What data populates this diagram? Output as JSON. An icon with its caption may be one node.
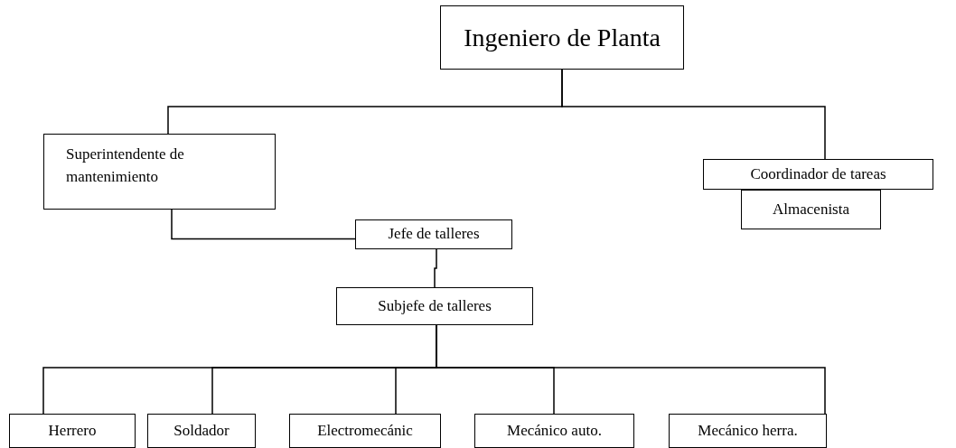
{
  "diagram": {
    "nodes": [
      {
        "text": [
          "Ingeniero de Planta"
        ]
      },
      {
        "text": [
          "Superintendente de mantenimiento"
        ]
      },
      {
        "text": [
          "Coordinador de tareas"
        ]
      },
      {
        "text": [
          "Almacenista"
        ]
      },
      {
        "text": [
          "Jefe de talleres"
        ]
      },
      {
        "text": [
          "Subjefe de talleres"
        ]
      },
      {
        "text": [
          "Herrero"
        ]
      },
      {
        "text": [
          "Soldador"
        ]
      },
      {
        "text": [
          "Electromecánic"
        ]
      },
      {
        "text": [
          "Mecánico auto."
        ]
      },
      {
        "text": [
          "Mecánico herra."
        ]
      }
    ],
    "edges": [
      {
        "from": 0,
        "to": 1,
        "arrow": "none"
      },
      {
        "from": 0,
        "to": 2,
        "arrow": "none"
      },
      {
        "from": 1,
        "to": 4,
        "arrow": "none"
      },
      {
        "from": 4,
        "to": 5,
        "arrow": "none"
      },
      {
        "from": 5,
        "to": 6,
        "arrow": "none"
      },
      {
        "from": 5,
        "to": 7,
        "arrow": "none"
      },
      {
        "from": 5,
        "to": 8,
        "arrow": "none"
      },
      {
        "from": 5,
        "to": 9,
        "arrow": "none"
      },
      {
        "from": 5,
        "to": 10,
        "arrow": "none"
      }
    ]
  }
}
